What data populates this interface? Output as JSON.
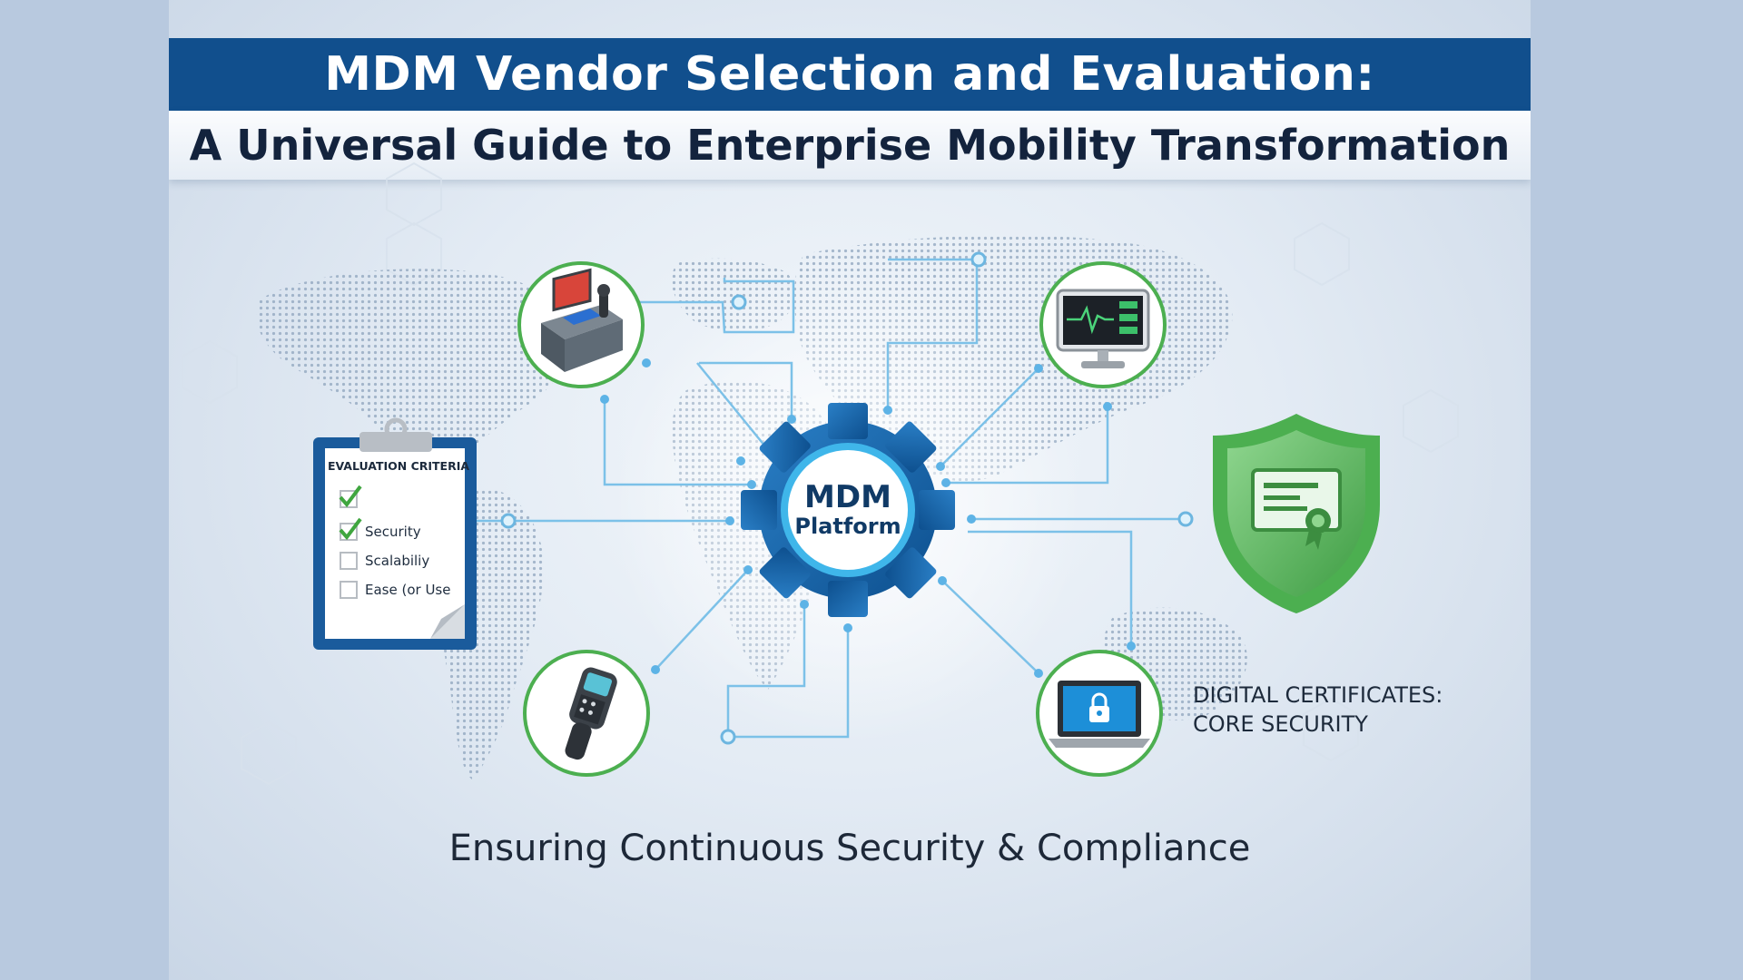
{
  "header": {
    "title": "MDM Vendor Selection and Evaluation:",
    "subtitle": "A Universal Guide to Enterprise Mobility Transformation"
  },
  "hub": {
    "line1": "MDM",
    "line2": "Platform"
  },
  "clipboard": {
    "title": "EVALUATION CRITERIA",
    "items": [
      {
        "label": "",
        "checked": true
      },
      {
        "label": "Security",
        "checked": true
      },
      {
        "label": "Scalabiliy",
        "checked": false
      },
      {
        "label": "Ease (or Use",
        "checked": false
      }
    ]
  },
  "certificate": {
    "line1": "DIGITAL CERTIFICATES:",
    "line2": "CORE SECURITY"
  },
  "devices": [
    {
      "icon": "kiosk-terminal-icon"
    },
    {
      "icon": "patient-monitor-icon"
    },
    {
      "icon": "barcode-scanner-icon"
    },
    {
      "icon": "secure-laptop-icon"
    }
  ],
  "tagline": "Ensuring Continuous Security & Compliance",
  "colors": {
    "title_bar": "#114f8d",
    "gear": "#1565a8",
    "device_ring": "#4caf50",
    "shield": "#4caf50",
    "network_line": "#7cc1e8"
  }
}
